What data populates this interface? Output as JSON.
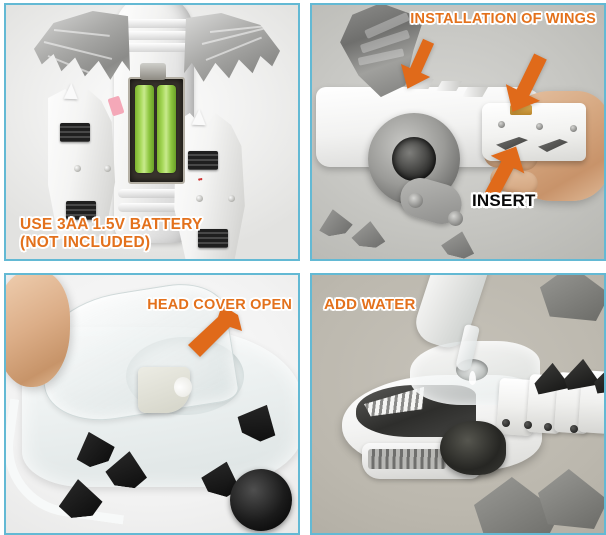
{
  "sheet": {
    "title": "Toy Dinosaur Robot Assembly Instruction Sheet",
    "layout": "2x2 photo panel grid",
    "panel_border_color": "#63b9d4",
    "caption_color": "#e3711c",
    "arrow_color": "#e06a1a",
    "background": "#ffffff"
  },
  "panels": [
    {
      "id": "panel-battery",
      "position": "top-left",
      "caption_lines": [
        "USE 3AA 1.5V BATTERY",
        "(NOT INCLUDED)"
      ],
      "caption_color": "#e3711c",
      "subject": "Rear view of white robot dinosaur with open battery compartment showing two green AA batteries",
      "arrows": []
    },
    {
      "id": "panel-wings",
      "position": "top-right",
      "title": "INSTALLATION OF WINGS",
      "secondary_label": "INSERT",
      "secondary_label_color": "#0a0a0a",
      "caption_color": "#e3711c",
      "subject": "Hand inserting a white wing piece into the robot body socket",
      "arrows": [
        {
          "name": "arrow-wing-socket",
          "direction": "down-right",
          "target": "wing mount point"
        },
        {
          "name": "arrow-hand-piece",
          "direction": "down-right",
          "target": "wing part in hand"
        },
        {
          "name": "arrow-insert-slot",
          "direction": "up-right",
          "target": "insert slot"
        }
      ]
    },
    {
      "id": "panel-head-cover",
      "position": "bottom-left",
      "title": "HEAD COVER OPEN",
      "caption_color": "#e3711c",
      "subject": "Fingers lifting the clear head cover of the toy to reveal the water tank opening",
      "arrows": [
        {
          "name": "arrow-head-cover",
          "direction": "down-left",
          "target": "opened head cover"
        }
      ]
    },
    {
      "id": "panel-add-water",
      "position": "bottom-right",
      "title": "ADD WATER",
      "caption_color": "#e3711c",
      "subject": "Squeeze bottle pouring water into the fill port on the toy dinosaur head",
      "arrows": []
    }
  ]
}
